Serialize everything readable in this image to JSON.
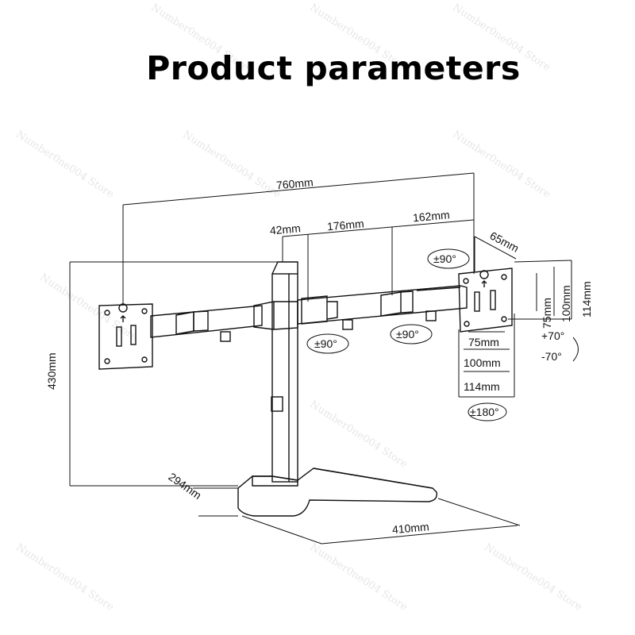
{
  "title": "Product parameters",
  "watermark": "Number0ne004 Store",
  "dimensions": {
    "total_width": "760mm",
    "pole_offset": "42mm",
    "arm_segment_1": "176mm",
    "arm_segment_2": "162mm",
    "head_depth": "65mm",
    "height": "430mm",
    "base_depth": "294mm",
    "base_width": "410mm",
    "vesa_75_h": "75mm",
    "vesa_100_h": "100mm",
    "vesa_114_h": "114mm",
    "vesa_75_w": "75mm",
    "vesa_100_w": "100mm",
    "vesa_114_w": "114mm"
  },
  "rotations": {
    "head_swivel": "±90°",
    "joint_left": "±90°",
    "joint_right": "±90°",
    "tilt_up": "+70°",
    "tilt_down": "-70°",
    "rotation": "±180°"
  },
  "colors": {
    "line": "#111111",
    "watermark": "#000000"
  }
}
